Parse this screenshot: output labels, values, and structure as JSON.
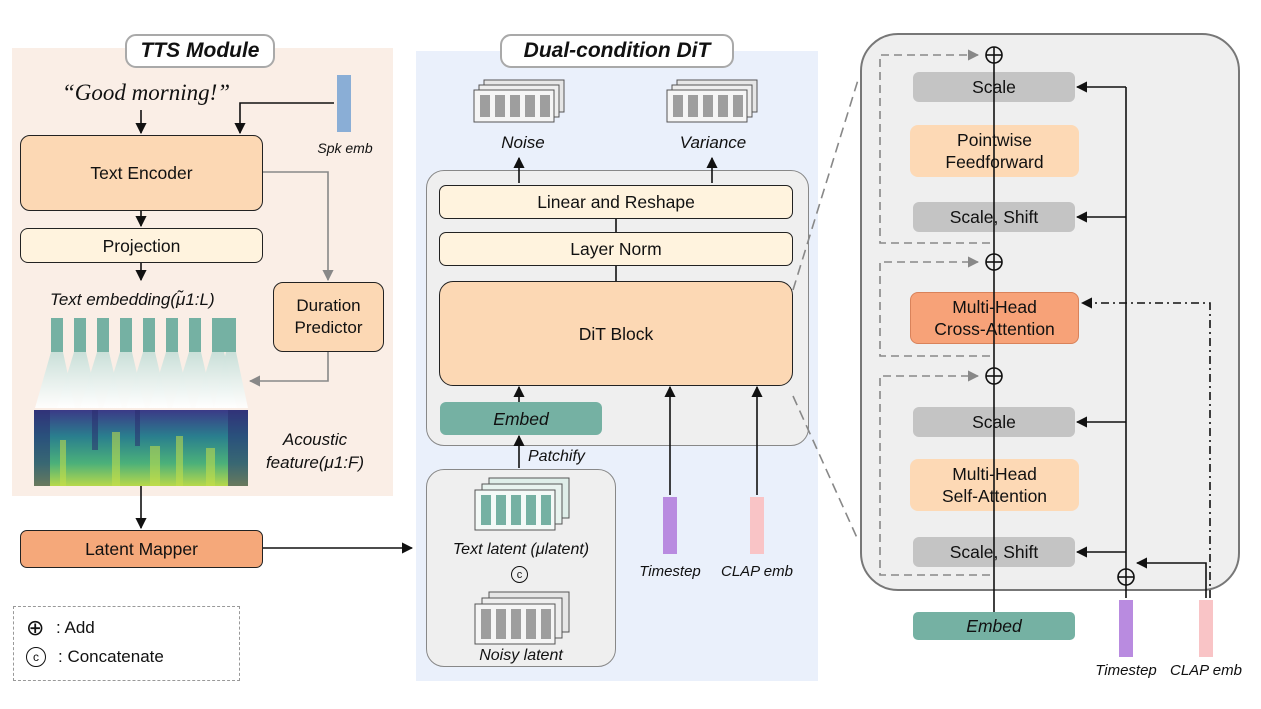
{
  "tts": {
    "title": "TTS Module",
    "input_text": "“Good morning!”",
    "spk_emb": "Spk emb",
    "text_encoder": "Text Encoder",
    "projection": "Projection",
    "duration_predictor": "Duration Predictor",
    "text_embedding": "Text embedding(μ̃1:L)",
    "acoustic_feature_line1": "Acoustic",
    "acoustic_feature_line2": "feature(μ1:F)",
    "latent_mapper": "Latent Mapper"
  },
  "dit": {
    "title": "Dual-condition DiT",
    "noise": "Noise",
    "variance": "Variance",
    "linear_reshape": "Linear and Reshape",
    "layer_norm": "Layer Norm",
    "dit_block": "DiT Block",
    "embed": "Embed",
    "patchify": "Patchify",
    "text_latent": "Text latent (μlatent)",
    "concat_symbol": "c",
    "noisy_latent": "Noisy latent",
    "timestep": "Timestep",
    "clap_emb": "CLAP emb"
  },
  "block": {
    "scale_top": "Scale",
    "pointwise_ff": "Pointwise Feedforward",
    "scale_shift_top": "Scale, Shift",
    "cross_attention": "Multi-Head Cross-Attention",
    "scale_mid": "Scale",
    "self_attention": "Multi-Head Self-Attention",
    "scale_shift_bottom": "Scale, Shift",
    "embed": "Embed",
    "timestep": "Timestep",
    "clap_emb": "CLAP emb"
  },
  "legend": {
    "add": ": Add",
    "concatenate": ": Concatenate"
  },
  "colors": {
    "peach": "#fcd8b4",
    "cream": "#fff3de",
    "orange": "#f5a87a",
    "green": "#75b1a3",
    "grey": "#c4c4c4",
    "purple": "#b98be0",
    "pink": "#f9c4c6",
    "blue": "#8aaed6"
  }
}
